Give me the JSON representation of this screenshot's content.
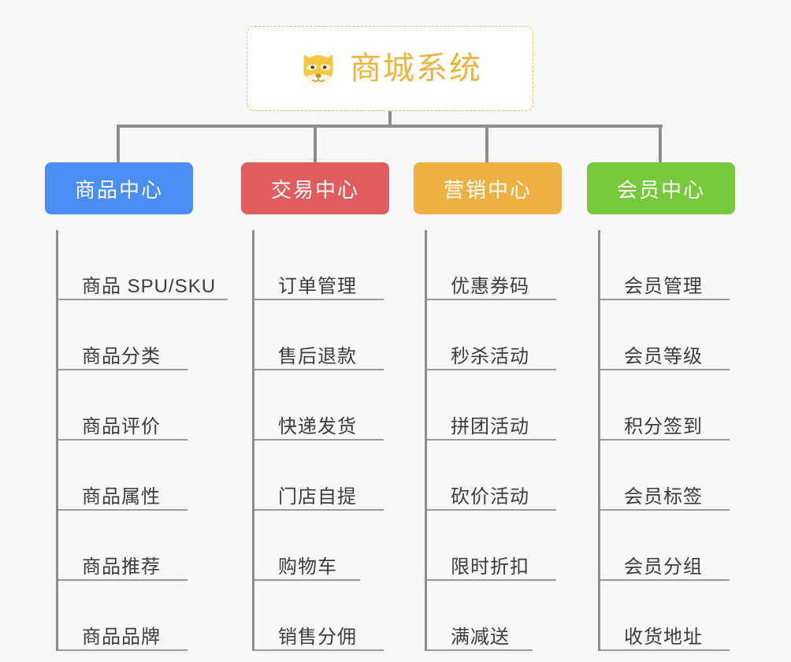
{
  "background_color": "#f8f8f8",
  "root": {
    "title": "商城系统",
    "icon": "dog-face-emoji",
    "text_color": "#edb43f",
    "border_color": "#e9bb5e"
  },
  "columns": [
    {
      "key": "product-center",
      "header": "商品中心",
      "color": "#4a8ef2",
      "items": [
        "商品 SPU/SKU",
        "商品分类",
        "商品评价",
        "商品属性",
        "商品推荐",
        "商品品牌"
      ]
    },
    {
      "key": "trade-center",
      "header": "交易中心",
      "color": "#e15c5c",
      "items": [
        "订单管理",
        "售后退款",
        "快递发货",
        "门店自提",
        "购物车",
        "销售分佣"
      ]
    },
    {
      "key": "marketing-center",
      "header": "营销中心",
      "color": "#eeb141",
      "items": [
        "优惠券码",
        "秒杀活动",
        "拼团活动",
        "砍价活动",
        "限时折扣",
        "满减送"
      ]
    },
    {
      "key": "member-center",
      "header": "会员中心",
      "color": "#78c83c",
      "items": [
        "会员管理",
        "会员等级",
        "积分签到",
        "会员标签",
        "会员分组",
        "收货地址"
      ]
    }
  ],
  "connector_color": "#8d8d8d",
  "item_rule_color": "#9a9a9a",
  "item_text_color": "#3c3c3c"
}
